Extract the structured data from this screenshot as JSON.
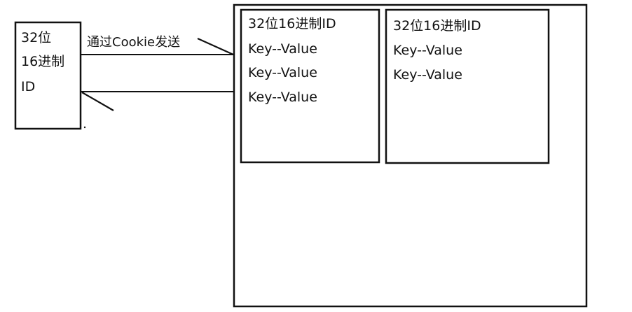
{
  "client_box": {
    "lines": [
      "32位",
      "16进制",
      "ID"
    ]
  },
  "arrow_label": "通过Cookie发送",
  "session_box_1": {
    "title": "32位16进制ID",
    "entries": [
      "Key--Value",
      "Key--Value",
      "Key--Value"
    ]
  },
  "session_box_2": {
    "title": "32位16进制ID",
    "entries": [
      "Key--Value",
      "Key--Value"
    ]
  },
  "colors": {
    "stroke": "#111111",
    "background": "#ffffff"
  }
}
